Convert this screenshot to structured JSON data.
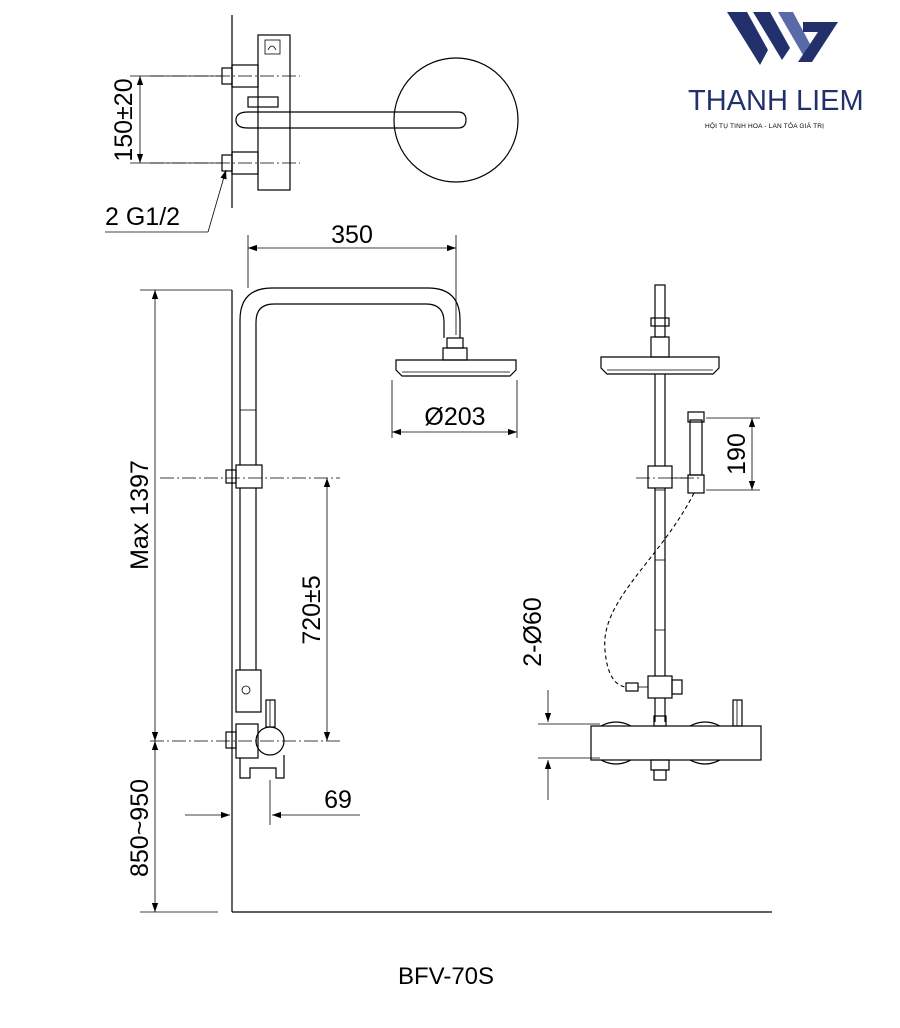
{
  "logo": {
    "name": "THANH LIEM",
    "tagline": "HỘI TỤ TINH HOA - LAN TỎA GIÁ TRỊ",
    "colors": {
      "primary": "#22316b",
      "accent": "#5a6aa8"
    }
  },
  "dimensions": {
    "inlet_spacing": "150±20",
    "inlet_thread": "2 G1/2",
    "arm_length": "350",
    "head_diameter": "Ø203",
    "max_height": "Max 1397",
    "bracket_spacing": "720±5",
    "mount_height": "850~950",
    "wall_offset": "69",
    "hand_shower_length": "190",
    "valve_diameter": "2-Ø60"
  },
  "model": "BFV-70S"
}
